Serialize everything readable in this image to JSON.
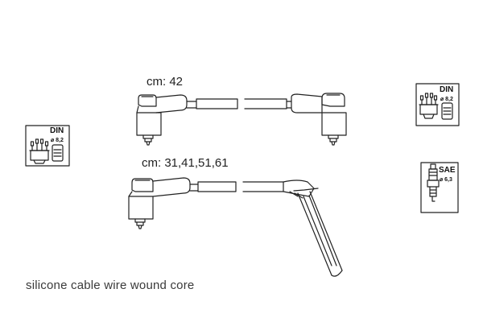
{
  "cables": [
    {
      "length_label": "cm: 42"
    },
    {
      "length_label": "cm: 31,41,51,61"
    }
  ],
  "caption": "silicone cable wire wound core",
  "connectors": {
    "left_distributor": {
      "standard": "DIN",
      "diameter": "⌀ 8,2",
      "icon": "distributor-cap-icon"
    },
    "right_distributor": {
      "standard": "DIN",
      "diameter": "⌀ 8,2",
      "icon": "distributor-cap-icon"
    },
    "right_plug": {
      "standard": "SAE",
      "diameter": "⌀ 6,3",
      "icon": "spark-plug-icon"
    }
  },
  "colors": {
    "line": "#222222",
    "background": "#ffffff"
  }
}
